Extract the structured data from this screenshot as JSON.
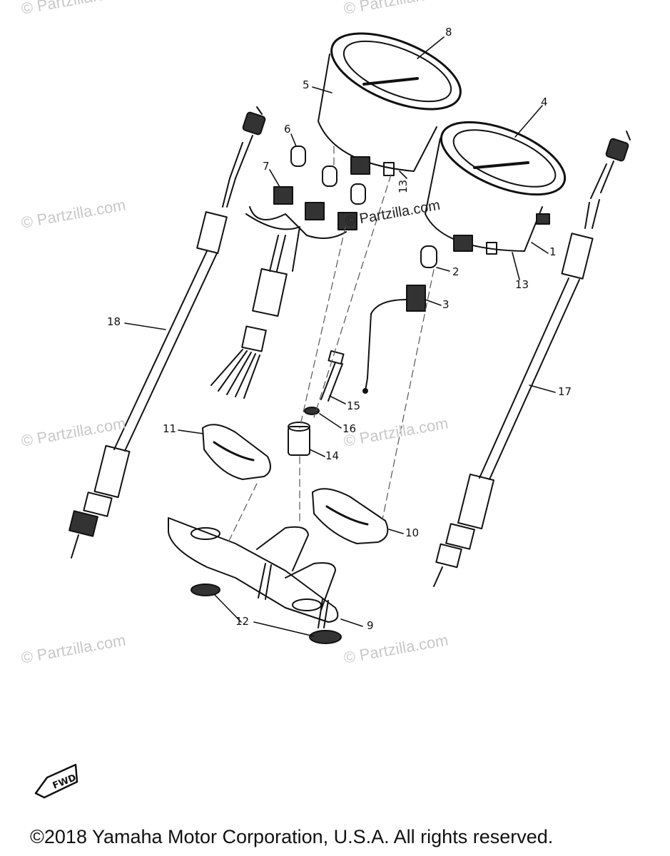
{
  "watermark": "© Partzilla.com",
  "watermark_strong": "© Partzilla.com",
  "callouts": {
    "c1": "1",
    "c2": "2",
    "c3": "3",
    "c4": "4",
    "c5": "5",
    "c6": "6",
    "c7": "7",
    "c8": "8",
    "c9": "9",
    "c10": "10",
    "c11": "11",
    "c12": "12",
    "c13a": "13",
    "c13b": "13",
    "c14": "14",
    "c15": "15",
    "c16": "16",
    "c17": "17",
    "c18": "18"
  },
  "fwd_mark": "FWD",
  "copyright": "©2018 Yamaha Motor Corporation, U.S.A. All rights reserved."
}
